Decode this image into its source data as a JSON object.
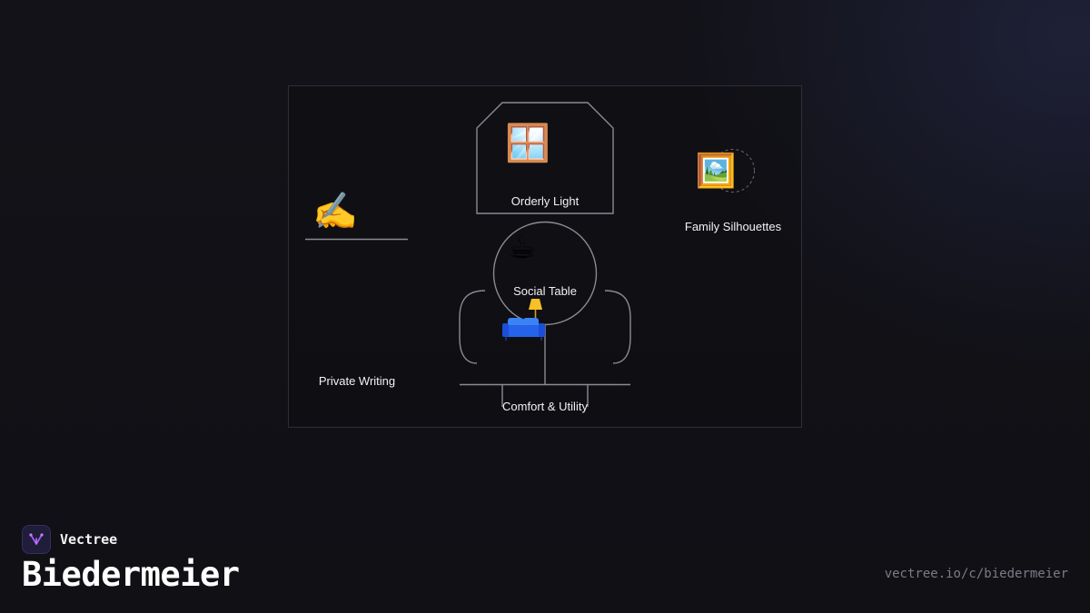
{
  "brand": {
    "name": "Vectree",
    "logo_icon": "vectree-logo-icon",
    "logo_color": "#a855f7"
  },
  "title": "Biedermeier",
  "url": "vectree.io/c/biedermeier",
  "diagram": {
    "nodes": {
      "private_writing": {
        "label": "Private Writing",
        "icon": "writing-hand-icon",
        "glyph": "✍️"
      },
      "orderly_light": {
        "label": "Orderly Light",
        "icon": "window-icon",
        "glyph": "🪟"
      },
      "family_silhouettes": {
        "label": "Family Silhouettes",
        "icon": "framed-picture-icon",
        "glyph": "🖼️"
      },
      "social_table": {
        "label": "Social Table",
        "icon": "hot-beverage-icon",
        "glyph": "☕"
      },
      "comfort_utility": {
        "label": "Comfort & Utility",
        "icon": "couch-and-lamp-icon",
        "glyph": "🛋️"
      }
    },
    "colors": {
      "stroke": "#8a8a92",
      "frame": "#2e2e36",
      "text": "#f2f2f5"
    }
  }
}
